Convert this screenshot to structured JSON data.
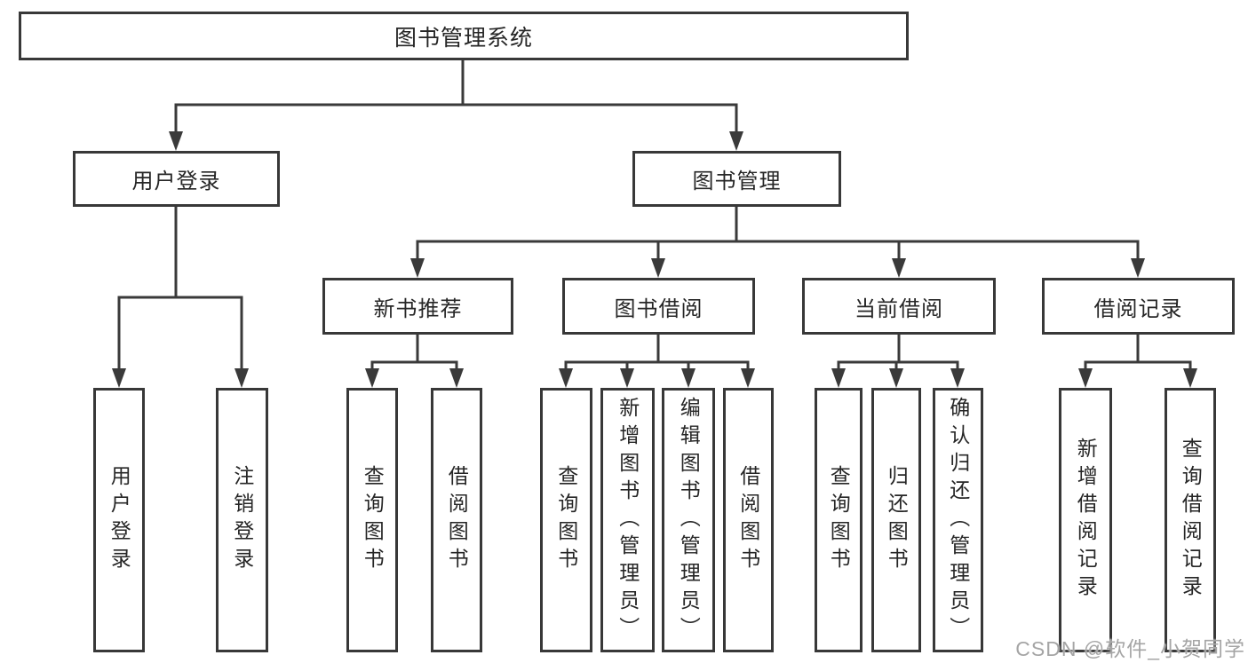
{
  "watermark": "CSDN @软件_小贺同学",
  "colors": {
    "line": "#3a3a3a",
    "border": "#383838",
    "text": "#262626",
    "background": "#ffffff",
    "watermark": "#a5a5a5"
  },
  "nodes": {
    "root": {
      "label": "图书管理系统",
      "children": [
        "login",
        "management"
      ]
    },
    "login": {
      "label": "用户登录",
      "children": [
        "login_leaf",
        "logout_leaf"
      ]
    },
    "management": {
      "label": "图书管理",
      "children": [
        "recommend",
        "borrow",
        "current",
        "record"
      ]
    },
    "recommend": {
      "label": "新书推荐",
      "children": [
        "rec_query",
        "rec_borrow"
      ]
    },
    "borrow": {
      "label": "图书借阅",
      "children": [
        "bor_query",
        "bor_add",
        "bor_edit",
        "bor_borrow"
      ]
    },
    "current": {
      "label": "当前借阅",
      "children": [
        "cur_query",
        "cur_return",
        "cur_confirm"
      ]
    },
    "record": {
      "label": "借阅记录",
      "children": [
        "rcd_add",
        "rcd_query"
      ]
    },
    "login_leaf": {
      "label": "用户登录"
    },
    "logout_leaf": {
      "label": "注销登录"
    },
    "rec_query": {
      "label": "查询图书"
    },
    "rec_borrow": {
      "label": "借阅图书"
    },
    "bor_query": {
      "label": "查询图书"
    },
    "bor_add": {
      "label": "新增图书（管理员）"
    },
    "bor_edit": {
      "label": "编辑图书（管理员）"
    },
    "bor_borrow": {
      "label": "借阅图书"
    },
    "cur_query": {
      "label": "查询图书"
    },
    "cur_return": {
      "label": "归还图书"
    },
    "cur_confirm": {
      "label": "确认归还（管理员）"
    },
    "rcd_add": {
      "label": "新增借阅记录"
    },
    "rcd_query": {
      "label": "查询借阅记录"
    }
  }
}
